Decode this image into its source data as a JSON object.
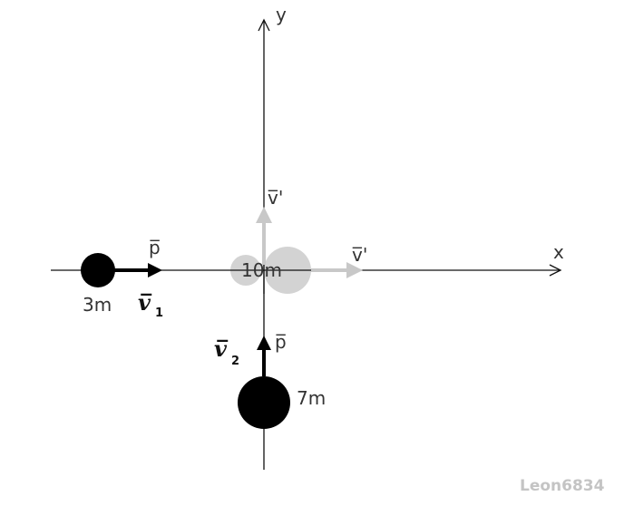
{
  "axes": {
    "x_label": "x",
    "y_label": "y"
  },
  "bodies": {
    "small_mass": "3m",
    "large_mass": "7m",
    "combined_mass": "10m"
  },
  "vectors": {
    "momentum_label": "p̅",
    "v1_symbol": "v̅",
    "v1_index": "1",
    "v2_symbol": "v̅",
    "v2_index": "2",
    "v_after_label": "v̅'"
  },
  "watermark": "Leon6834",
  "colors": {
    "axis": "#111111",
    "mass": "#000000",
    "after_collision": "#d3d3d3",
    "arrow_after": "#c8c8c8",
    "watermark": "#c4c4c4"
  }
}
